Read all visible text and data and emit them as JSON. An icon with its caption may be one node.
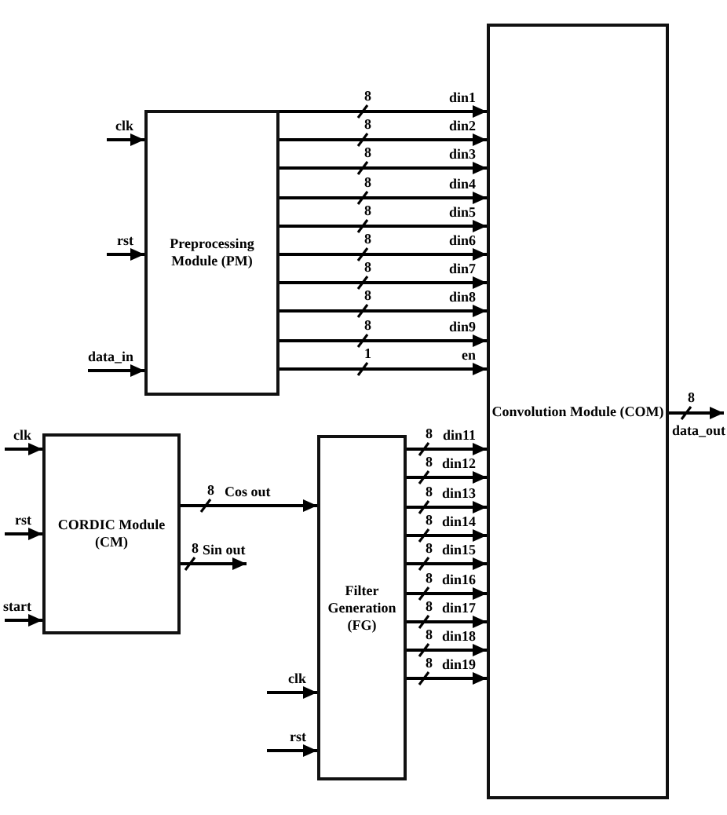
{
  "diagram": {
    "nodes": [
      {
        "text": [
          "Preprocessing Module (PM)"
        ]
      },
      {
        "text": [
          "CORDIC Module (CM)"
        ]
      },
      {
        "text": [
          "Filter Generation (FG)"
        ]
      },
      {
        "text": [
          "Convolution Module (COM)"
        ]
      }
    ],
    "edges": [
      {
        "from": null,
        "to": 0,
        "arrow": "to",
        "label": "clk"
      },
      {
        "from": null,
        "to": 0,
        "arrow": "to",
        "label": "rst"
      },
      {
        "from": null,
        "to": 0,
        "arrow": "to",
        "label": "data_in"
      },
      {
        "from": 0,
        "to": 3,
        "arrow": "to",
        "label": "din1"
      },
      {
        "from": 0,
        "to": 3,
        "arrow": "to",
        "label": "din2"
      },
      {
        "from": 0,
        "to": 3,
        "arrow": "to",
        "label": "din3"
      },
      {
        "from": 0,
        "to": 3,
        "arrow": "to",
        "label": "din4"
      },
      {
        "from": 0,
        "to": 3,
        "arrow": "to",
        "label": "din5"
      },
      {
        "from": 0,
        "to": 3,
        "arrow": "to",
        "label": "din6"
      },
      {
        "from": 0,
        "to": 3,
        "arrow": "to",
        "label": "din7"
      },
      {
        "from": 0,
        "to": 3,
        "arrow": "to",
        "label": "din8"
      },
      {
        "from": 0,
        "to": 3,
        "arrow": "to",
        "label": "din9"
      },
      {
        "from": 0,
        "to": 3,
        "arrow": "to",
        "label": "en"
      },
      {
        "from": null,
        "to": 1,
        "arrow": "to",
        "label": "clk"
      },
      {
        "from": null,
        "to": 1,
        "arrow": "to",
        "label": "rst"
      },
      {
        "from": null,
        "to": 1,
        "arrow": "to",
        "label": "start"
      },
      {
        "from": 1,
        "to": 2,
        "arrow": "to",
        "label": "Cos out"
      },
      {
        "from": 1,
        "to": null,
        "arrow": "to",
        "label": "Sin out"
      },
      {
        "from": null,
        "to": 2,
        "arrow": "to",
        "label": "clk"
      },
      {
        "from": null,
        "to": 2,
        "arrow": "to",
        "label": "rst"
      },
      {
        "from": 2,
        "to": 3,
        "arrow": "to",
        "label": "din11"
      },
      {
        "from": 2,
        "to": 3,
        "arrow": "to",
        "label": "din12"
      },
      {
        "from": 2,
        "to": 3,
        "arrow": "to",
        "label": "din13"
      },
      {
        "from": 2,
        "to": 3,
        "arrow": "to",
        "label": "din14"
      },
      {
        "from": 2,
        "to": 3,
        "arrow": "to",
        "label": "din15"
      },
      {
        "from": 2,
        "to": 3,
        "arrow": "to",
        "label": "din16"
      },
      {
        "from": 2,
        "to": 3,
        "arrow": "to",
        "label": "din17"
      },
      {
        "from": 2,
        "to": 3,
        "arrow": "to",
        "label": "din18"
      },
      {
        "from": 2,
        "to": 3,
        "arrow": "to",
        "label": "din19"
      },
      {
        "from": 3,
        "to": null,
        "arrow": "to",
        "label": "data_out"
      }
    ],
    "labels": [
      "8",
      "8",
      "8",
      "8",
      "8",
      "8",
      "8",
      "8",
      "8",
      "1",
      "8",
      "8",
      "8",
      "8",
      "8",
      "8",
      "8",
      "8",
      "8",
      "8",
      "8",
      "8"
    ]
  }
}
